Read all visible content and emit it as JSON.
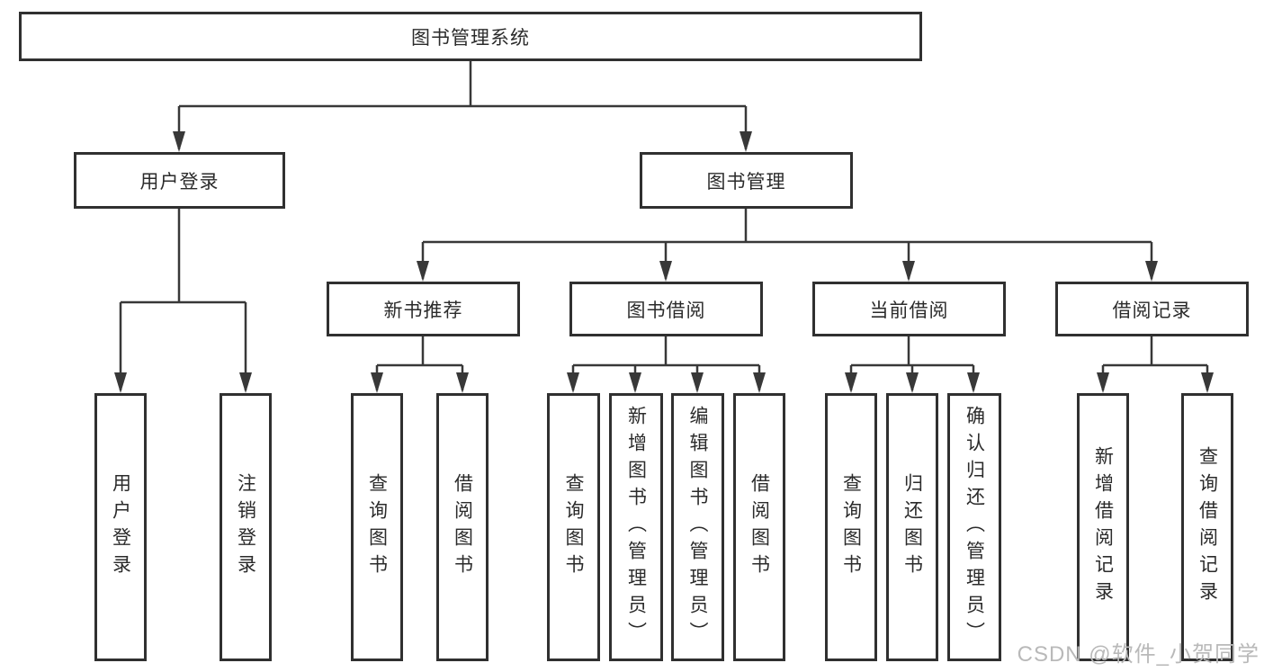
{
  "diagram": {
    "root": "图书管理系统",
    "login": {
      "label": "用户登录",
      "children": [
        "用户登录",
        "注销登录"
      ]
    },
    "manage": {
      "label": "图书管理",
      "branches": [
        {
          "label": "新书推荐",
          "children": [
            "查询图书",
            "借阅图书"
          ]
        },
        {
          "label": "图书借阅",
          "children": [
            "查询图书",
            "新增图书（管理员）",
            "编辑图书（管理员）",
            "借阅图书"
          ]
        },
        {
          "label": "当前借阅",
          "children": [
            "查询图书",
            "归还图书",
            "确认归还（管理员）"
          ]
        },
        {
          "label": "借阅记录",
          "children": [
            "新增借阅记录",
            "查询借阅记录"
          ]
        }
      ]
    }
  },
  "watermark": "CSDN @软件_小贺同学",
  "colors": {
    "box_border": "#303030",
    "connector": "#383838",
    "text": "#2b2b2b",
    "watermark": "#b9b9b9"
  }
}
